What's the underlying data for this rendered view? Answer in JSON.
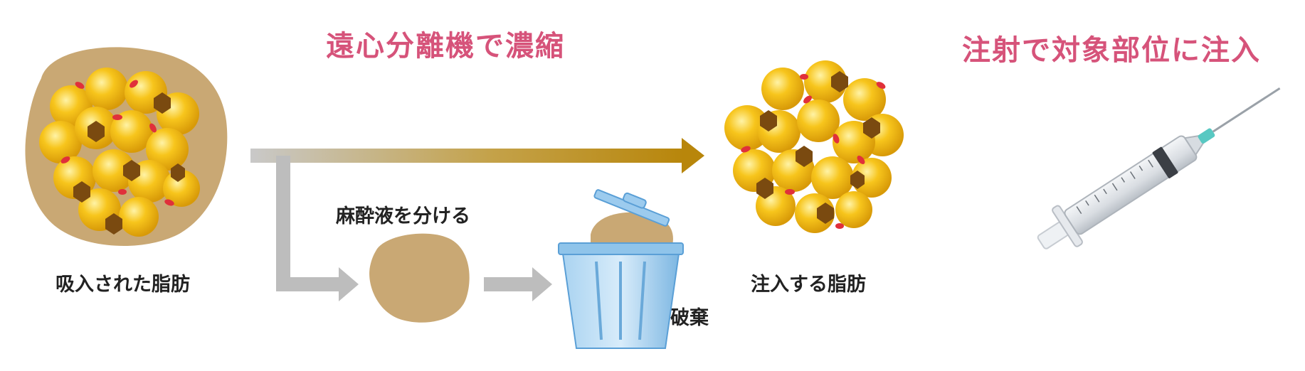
{
  "titles": {
    "centrifuge": "遠心分離機で濃縮",
    "inject": "注射で対象部位に注入"
  },
  "labels": {
    "aspirated_fat": "吸入された脂肪",
    "separate_anesthetic": "麻酔液を分ける",
    "discard": "破棄",
    "injected_fat": "注入する脂肪"
  },
  "colors": {
    "title_pink": "#d6537a",
    "arrow_gray": "#bdbdbd",
    "arrow_gold": "#b8860b",
    "fat_yellow": "#f5c518",
    "fat_dark": "#7a4a10",
    "blood_red": "#e0303a",
    "tissue_tan": "#c9a874",
    "bin_blue": "#8fc4ea"
  }
}
